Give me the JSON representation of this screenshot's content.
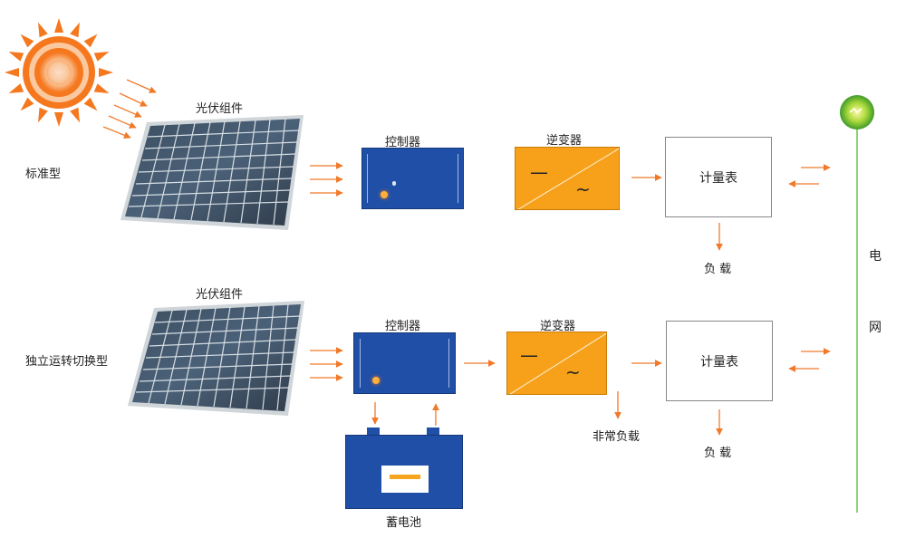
{
  "row1": {
    "type_label": "标准型",
    "pv_label": "光伏组件",
    "controller_label": "控制器",
    "inverter_label": "逆变器",
    "inverter_dc_symbol": "—",
    "inverter_ac_symbol": "~",
    "meter_label": "计量表",
    "load_label": "负 载"
  },
  "row2": {
    "type_label": "独立运转切换型",
    "pv_label": "光伏组件",
    "controller_label": "控制器",
    "inverter_label": "逆变器",
    "inverter_dc_symbol": "—",
    "inverter_ac_symbol": "~",
    "meter_label": "计量表",
    "load_label": "负 载",
    "critical_load_label": "非常负载",
    "battery_label": "蓄电池"
  },
  "grid": {
    "char1": "电",
    "char2": "网"
  },
  "colors": {
    "arrow": "#f07a2a",
    "controller": "#1f4fa6",
    "inverter": "#f7a11a",
    "sun": "#f5781f",
    "grid_line": "#6cc04a"
  }
}
